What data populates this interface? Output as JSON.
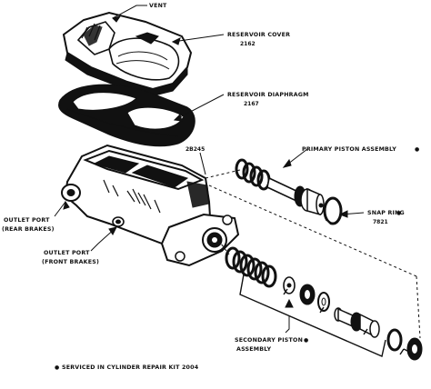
{
  "labels": {
    "vent": "VENT",
    "reservoir_cover": "RESERVOIR COVER",
    "reservoir_cover_num": "2162",
    "reservoir_diaphragm": "RESERVOIR DIAPHRAGM",
    "reservoir_diaphragm_num": "2167",
    "body_num": "2B245",
    "primary_piston": "PRIMARY PISTON ASSEMBLY",
    "snap_ring": "SNAP RING",
    "snap_ring_num": "7821",
    "outlet_rear_1": "OUTLET PORT",
    "outlet_rear_2": "(REAR BRAKES)",
    "outlet_front_1": "OUTLET PORT",
    "outlet_front_2": "(FRONT BRAKES)",
    "secondary_piston_1": "SECONDARY PISTON",
    "secondary_piston_2": "ASSEMBLY",
    "footnote": "SERVICED IN CYLINDER REPAIR KIT 2004",
    "bullet": "●"
  }
}
